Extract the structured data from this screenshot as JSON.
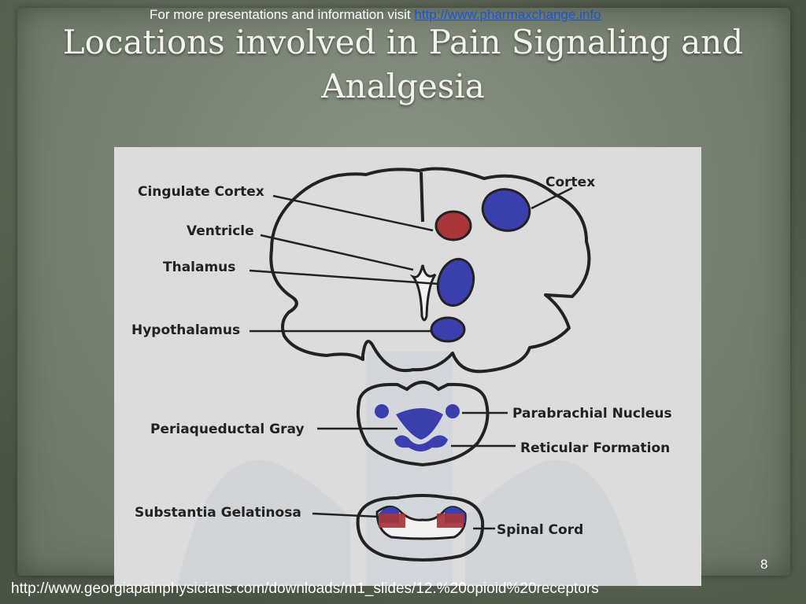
{
  "header": {
    "note_prefix": "For more presentations and information visit ",
    "note_link": "http://www.pharmaxchange.info"
  },
  "slide": {
    "title_line1": "Locations involved in Pain Signaling and",
    "title_line2": "Analgesia",
    "page_number": "8",
    "source_url": "http://www.georgiapainphysicians.com/downloads/m1_slides/12.%20opioid%20receptors"
  },
  "diagram": {
    "labels": {
      "cingulate_cortex": "Cingulate Cortex",
      "cortex": "Cortex",
      "ventricle": "Ventricle",
      "thalamus": "Thalamus",
      "hypothalamus": "Hypothalamus",
      "parabrachial_nucleus": "Parabrachial Nucleus",
      "periaqueductal_gray": "Periaqueductal Gray",
      "reticular_formation": "Reticular Formation",
      "substantia_gelatinosa": "Substantia Gelatinosa",
      "spinal_cord": "Spinal Cord"
    },
    "colors": {
      "blue_region": "#3b3fae",
      "red_region": "#a8353a",
      "outline": "#222222",
      "figure_bg": "#dcdcdc"
    }
  }
}
